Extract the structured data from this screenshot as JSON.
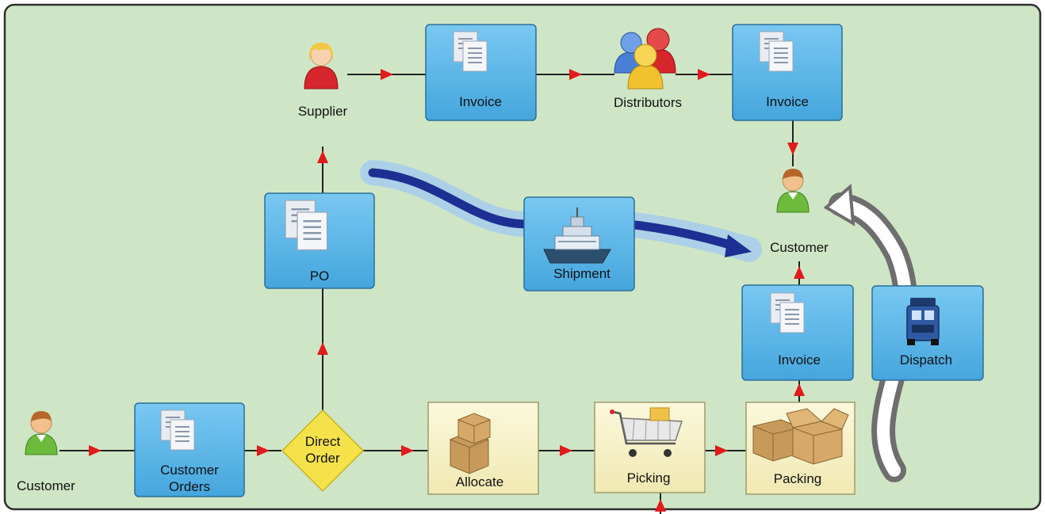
{
  "diagram": {
    "nodes": {
      "customer_start": "Customer",
      "customer_orders_line1": "Customer",
      "customer_orders_line2": "Orders",
      "direct_order_line1": "Direct",
      "direct_order_line2": "Order",
      "allocate": "Allocate",
      "picking": "Picking",
      "packing": "Packing",
      "po": "PO",
      "supplier": "Supplier",
      "invoice_supplier": "Invoice",
      "distributors": "Distributors",
      "invoice_distributor": "Invoice",
      "customer_end": "Customer",
      "invoice_packing": "Invoice",
      "dispatch": "Dispatch",
      "shipment": "Shipment"
    },
    "colors": {
      "background": "#cfe6c6",
      "border": "#2f2f2f",
      "doc_box": "#58b6e8",
      "warehouse_box": "#f7f2c6",
      "decision": "#f5e24a",
      "arrow": "#e11b1b",
      "line": "#222222",
      "shipment_path": "#1d2f92",
      "shipment_glow": "#9fc8e8",
      "dispatch_path": "#7a7a7a"
    }
  }
}
